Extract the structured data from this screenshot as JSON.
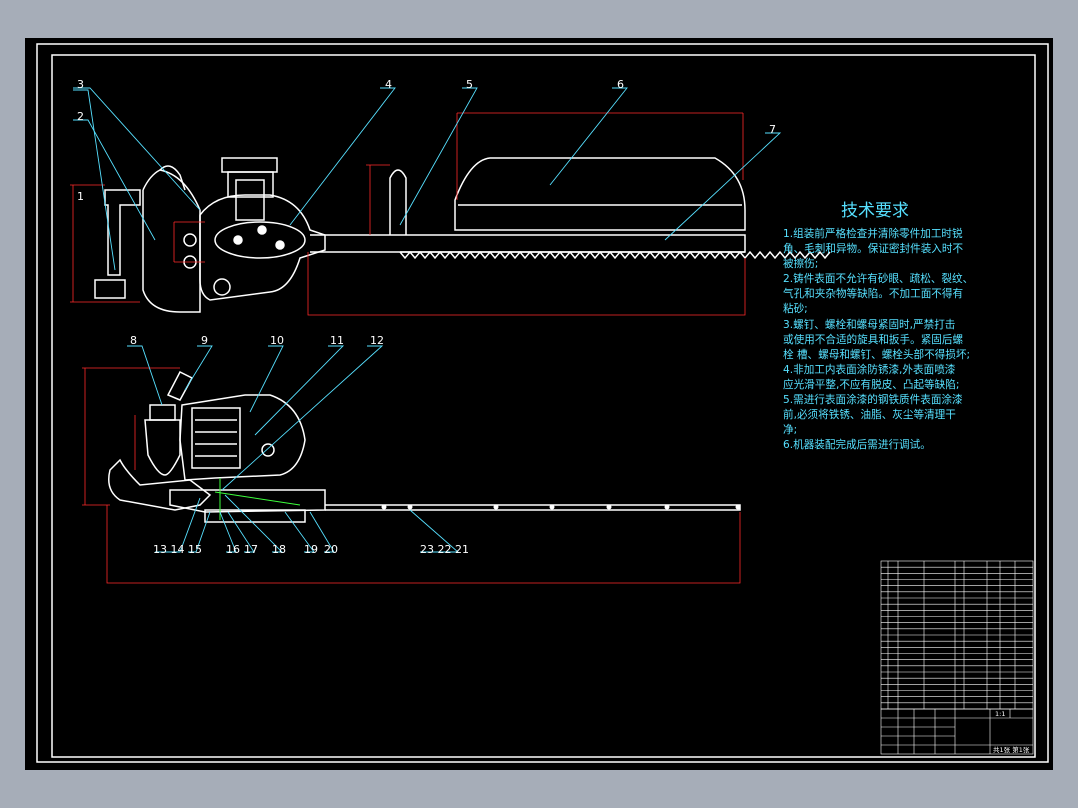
{
  "drawing": {
    "callouts_top": [
      "1",
      "2",
      "3",
      "4",
      "5",
      "6",
      "7"
    ],
    "callouts_mid": [
      "8",
      "9",
      "10",
      "11",
      "12"
    ],
    "callouts_bottom": [
      "13 14",
      "15",
      "16",
      "17",
      "18",
      "19",
      "20",
      "23 22 21"
    ]
  },
  "tech_requirements": {
    "title": "技术要求",
    "lines": [
      "1.组装前严格检查并清除零件加工时锐",
      "角、毛刺和异物。保证密封件装入时不",
      "被擦伤;",
      "2.铸件表面不允许有砂眼、疏松、裂纹、",
      "气孔和夹杂物等缺陷。不加工面不得有",
      "粘砂;",
      "3.螺钉、螺栓和螺母紧固时,严禁打击",
      "或使用不合适的旋具和扳手。紧固后螺",
      "栓 槽、螺母和螺钉、螺栓头部不得损坏;",
      "4.非加工内表面涂防锈漆,外表面喷漆",
      "应光滑平整,不应有脱皮、凸起等缺陷;",
      "5.需进行表面涂漆的钢铁质件表面涂漆",
      "前,必须将铁锈、油脂、灰尘等清理干",
      "净;",
      "6.机器装配完成后需进行调试。"
    ]
  },
  "title_block": {
    "scale": "1:1",
    "sheet": "共1张 第1张"
  },
  "colors": {
    "background": "#000000",
    "outer": "#a6adb8",
    "line": "#ffffff",
    "dim": "#ff2a2a",
    "leader": "#56e0ff",
    "text": "#56e0ff"
  }
}
